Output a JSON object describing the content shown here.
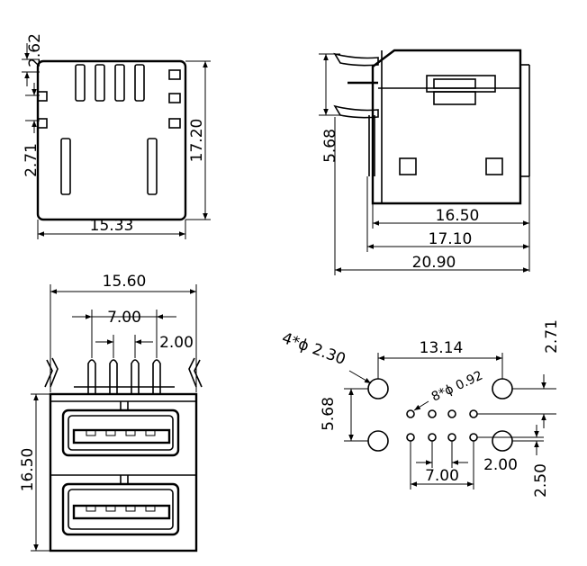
{
  "front_view": {
    "dim_top": "2.62",
    "dim_side": "2.71",
    "dim_height": "17.20",
    "dim_width": "15.33"
  },
  "side_view": {
    "dim_pin_height": "5.68",
    "dim_length_1": "16.50",
    "dim_length_2": "17.10",
    "dim_length_3": "20.90"
  },
  "rear_view": {
    "dim_width": "15.60",
    "dim_pin_span": "7.00",
    "dim_pin_pitch": "2.00",
    "dim_height": "16.50"
  },
  "footprint": {
    "dim_mount_holes": "4*ϕ 2.30",
    "dim_hole_span": "13.14",
    "dim_pin_holes": "8*ϕ 0.92",
    "dim_right_top": "2.71",
    "dim_left": "5.68",
    "dim_pin_span": "7.00",
    "dim_pin_pitch": "2.00",
    "dim_right_bottom": "2.50"
  }
}
